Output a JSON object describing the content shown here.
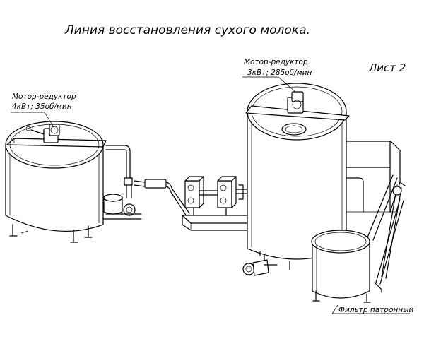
{
  "title": "Линия восстановления сухого молока.",
  "sheet": "Лист 2",
  "labels": {
    "motor_left_line1": "Мотор-редуктор",
    "motor_left_line2": "4кВт; 35об/мин",
    "motor_center_line1": "Мотор-редуктор",
    "motor_center_line2": "3кВт; 285об/мин",
    "filter": "Фильтр патронный"
  }
}
